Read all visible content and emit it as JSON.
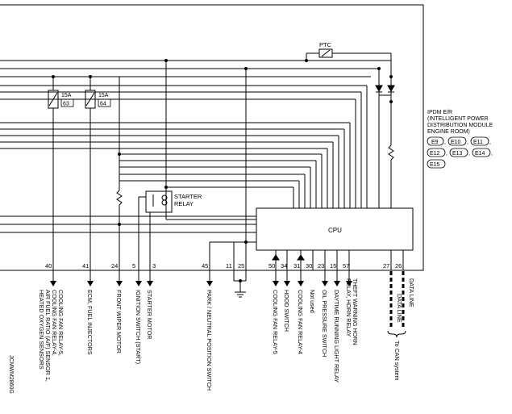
{
  "ptc_label": "PTC",
  "fuses": [
    {
      "rating": "15A",
      "number": "63"
    },
    {
      "rating": "15A",
      "number": "64"
    }
  ],
  "relay_label_1": "STARTER",
  "relay_label_2": "RELAY",
  "cpu_label": "CPU",
  "ipdm_lines": [
    "IPDM E/R",
    "(INTELLIGENT POWER",
    "DISTRIBUTION MODULE",
    "ENGINE ROOM)"
  ],
  "connectors": [
    "E9",
    "E10",
    "E11",
    "E12",
    "E13",
    "E14",
    "E15"
  ],
  "pins": [
    "40",
    "41",
    "24",
    "5",
    "3",
    "45",
    "11",
    "25",
    "50",
    "34",
    "31",
    "30",
    "23",
    "15",
    "57",
    "27",
    "26"
  ],
  "labels": {
    "p40": [
      "COOLING FAN RELAY-5,",
      "COOLING FAN RELAY-4,",
      "AIR FUEL RATIO (A/F) SENSOR 1,",
      "HEATED OXYGEN SENSORS"
    ],
    "p41": [
      "ECM, FUEL INJECTORS"
    ],
    "p24": [
      "FRONT WIPER MOTOR"
    ],
    "p5": [
      "IGNITION SWITCH (START)"
    ],
    "p3": [
      "STARTER MOTOR"
    ],
    "p45": [
      "PARK / NEUTRAL POSITION SWITCH"
    ],
    "p50": [
      "COOLING FAN RELAY-5"
    ],
    "p34": [
      "HOOD SWITCH"
    ],
    "p31": [
      "COOLING FAN RELAY-4"
    ],
    "p30": [
      "Not used"
    ],
    "p23": [
      "OIL PRESSURE SWITCH"
    ],
    "p15": [
      "DAYTIME RUNNING LIGHT RELAY"
    ],
    "p57": [
      "THEFT WARNING HORN",
      "RELAY, HORN RELAY"
    ],
    "p27": [
      "DATA LINE"
    ],
    "p26": [
      "DATA LINE"
    ]
  },
  "can_label": "To CAN system",
  "code": "JCMWM2860G"
}
